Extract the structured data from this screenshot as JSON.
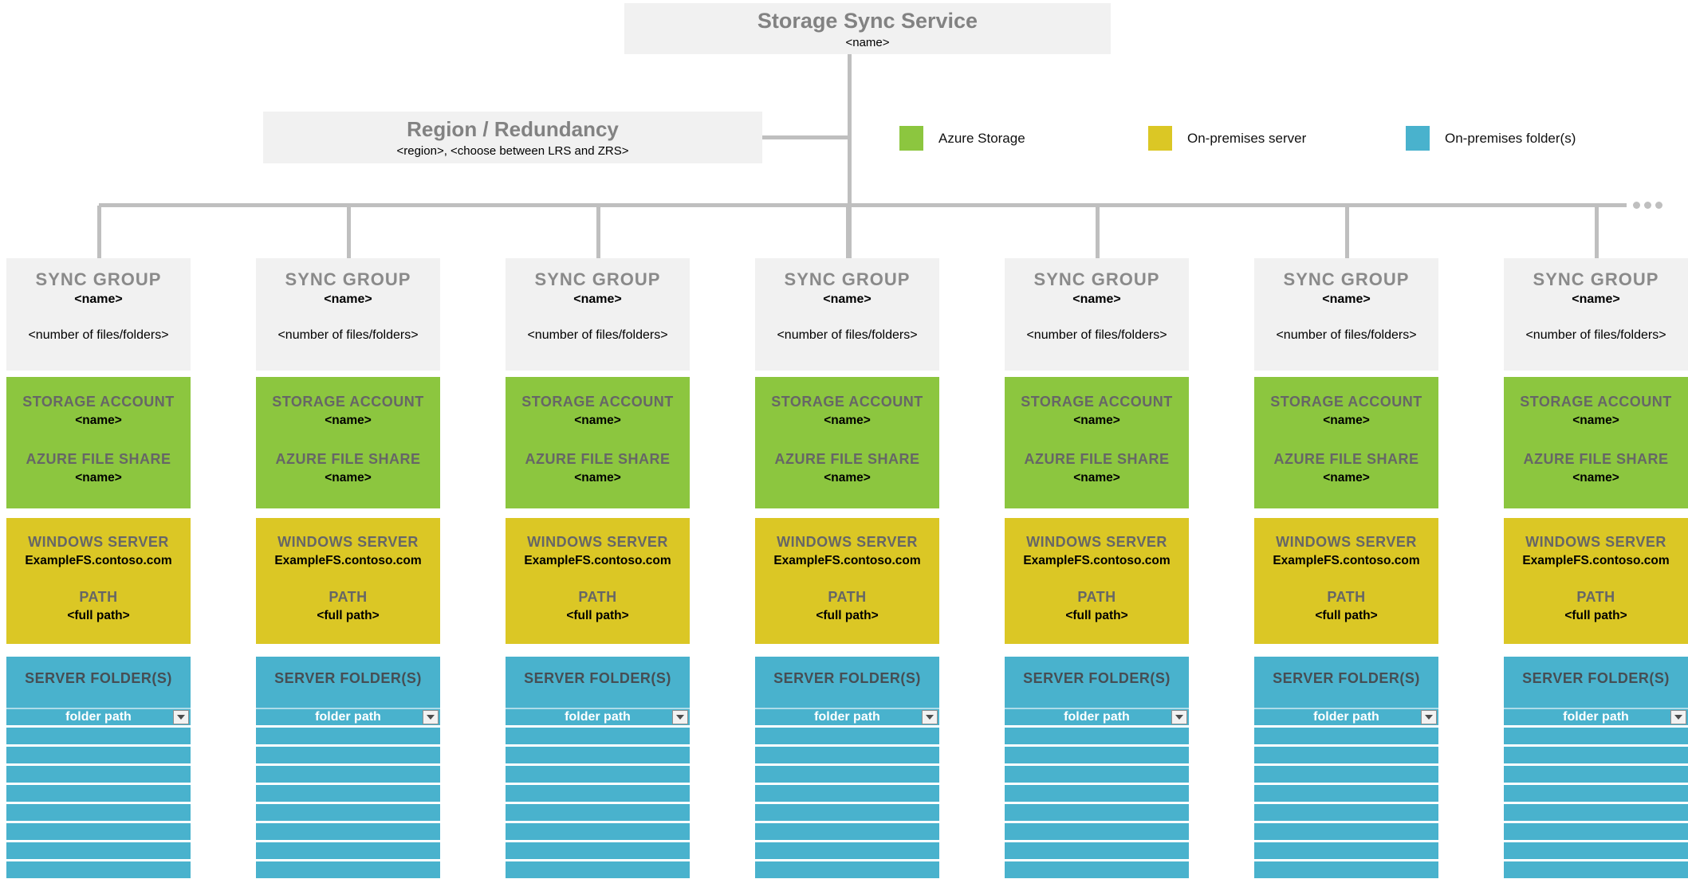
{
  "colors": {
    "azure_green": "#8CC63F",
    "server_yellow": "#DBC725",
    "folder_teal": "#49B2CD",
    "box_gray": "#F1F1F1",
    "connector_gray": "#BFBFBF",
    "heading_gray": "#828282",
    "section_label_gray": "#666666",
    "folder_heading_slate": "#464E54"
  },
  "root_box": {
    "title": "Storage Sync Service",
    "name": "<name>"
  },
  "region_box": {
    "title": "Region / Redundancy",
    "subtitle": "<region>, <choose between LRS and ZRS>"
  },
  "legend": [
    {
      "label": "Azure Storage",
      "color": "#8CC63F"
    },
    {
      "label": "On-premises server",
      "color": "#DBC725"
    },
    {
      "label": "On-premises folder(s)",
      "color": "#49B2CD"
    }
  ],
  "icons": {
    "more_sync_groups_ellipsis": "•••",
    "dropdown_arrow": "▼"
  },
  "sync_groups": [
    {
      "header": {
        "title": "SYNC GROUP",
        "name": "<name>",
        "count": "<number of files/folders>"
      },
      "storage": {
        "account_label": "STORAGE ACCOUNT",
        "account_name": "<name>",
        "share_label": "AZURE FILE SHARE",
        "share_name": "<name>"
      },
      "server": {
        "label": "WINDOWS SERVER",
        "host": "ExampleFS.contoso.com",
        "path_label": "PATH",
        "path_value": "<full path>"
      },
      "folders": {
        "label": "SERVER FOLDER(S)",
        "value": "folder path",
        "empty_rows": 8
      }
    },
    {
      "header": {
        "title": "SYNC GROUP",
        "name": "<name>",
        "count": "<number of files/folders>"
      },
      "storage": {
        "account_label": "STORAGE ACCOUNT",
        "account_name": "<name>",
        "share_label": "AZURE FILE SHARE",
        "share_name": "<name>"
      },
      "server": {
        "label": "WINDOWS SERVER",
        "host": "ExampleFS.contoso.com",
        "path_label": "PATH",
        "path_value": "<full path>"
      },
      "folders": {
        "label": "SERVER FOLDER(S)",
        "value": "folder path",
        "empty_rows": 8
      }
    },
    {
      "header": {
        "title": "SYNC GROUP",
        "name": "<name>",
        "count": "<number of files/folders>"
      },
      "storage": {
        "account_label": "STORAGE ACCOUNT",
        "account_name": "<name>",
        "share_label": "AZURE FILE SHARE",
        "share_name": "<name>"
      },
      "server": {
        "label": "WINDOWS SERVER",
        "host": "ExampleFS.contoso.com",
        "path_label": "PATH",
        "path_value": "<full path>"
      },
      "folders": {
        "label": "SERVER FOLDER(S)",
        "value": "folder path",
        "empty_rows": 8
      }
    },
    {
      "header": {
        "title": "SYNC GROUP",
        "name": "<name>",
        "count": "<number of files/folders>"
      },
      "storage": {
        "account_label": "STORAGE ACCOUNT",
        "account_name": "<name>",
        "share_label": "AZURE FILE SHARE",
        "share_name": "<name>"
      },
      "server": {
        "label": "WINDOWS SERVER",
        "host": "ExampleFS.contoso.com",
        "path_label": "PATH",
        "path_value": "<full path>"
      },
      "folders": {
        "label": "SERVER FOLDER(S)",
        "value": "folder path",
        "empty_rows": 8
      }
    },
    {
      "header": {
        "title": "SYNC GROUP",
        "name": "<name>",
        "count": "<number of files/folders>"
      },
      "storage": {
        "account_label": "STORAGE ACCOUNT",
        "account_name": "<name>",
        "share_label": "AZURE FILE SHARE",
        "share_name": "<name>"
      },
      "server": {
        "label": "WINDOWS SERVER",
        "host": "ExampleFS.contoso.com",
        "path_label": "PATH",
        "path_value": "<full path>"
      },
      "folders": {
        "label": "SERVER FOLDER(S)",
        "value": "folder path",
        "empty_rows": 8
      }
    },
    {
      "header": {
        "title": "SYNC GROUP",
        "name": "<name>",
        "count": "<number of files/folders>"
      },
      "storage": {
        "account_label": "STORAGE ACCOUNT",
        "account_name": "<name>",
        "share_label": "AZURE FILE SHARE",
        "share_name": "<name>"
      },
      "server": {
        "label": "WINDOWS SERVER",
        "host": "ExampleFS.contoso.com",
        "path_label": "PATH",
        "path_value": "<full path>"
      },
      "folders": {
        "label": "SERVER FOLDER(S)",
        "value": "folder path",
        "empty_rows": 8
      }
    },
    {
      "header": {
        "title": "SYNC GROUP",
        "name": "<name>",
        "count": "<number of files/folders>"
      },
      "storage": {
        "account_label": "STORAGE ACCOUNT",
        "account_name": "<name>",
        "share_label": "AZURE FILE SHARE",
        "share_name": "<name>"
      },
      "server": {
        "label": "WINDOWS SERVER",
        "host": "ExampleFS.contoso.com",
        "path_label": "PATH",
        "path_value": "<full path>"
      },
      "folders": {
        "label": "SERVER FOLDER(S)",
        "value": "folder path",
        "empty_rows": 8
      }
    }
  ]
}
